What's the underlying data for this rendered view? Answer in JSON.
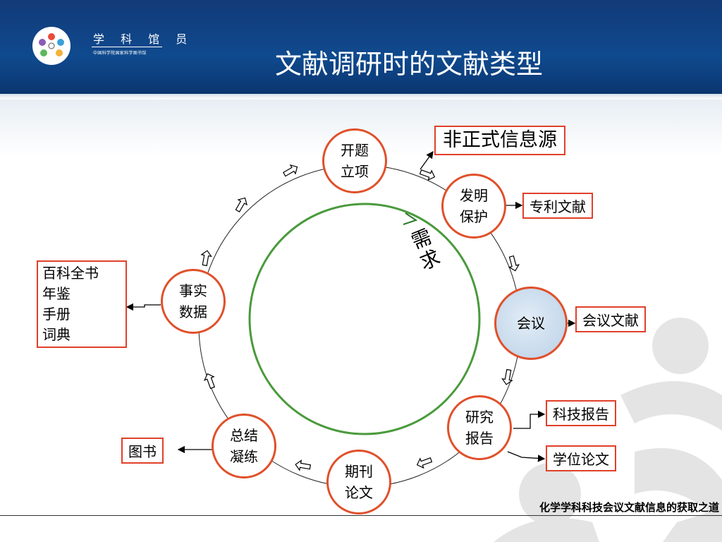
{
  "header": {
    "logo_name": "学 科 馆 员",
    "logo_subtitle": "中国科学院国家科学图书馆",
    "title": "文献调研时的文献类型"
  },
  "nodes": {
    "proposal": [
      "开题",
      "立项"
    ],
    "invention": [
      "发明",
      "保护"
    ],
    "meeting": "会议",
    "research": [
      "研究",
      "报告"
    ],
    "journal": [
      "期刊",
      "论文"
    ],
    "summary": [
      "总结",
      "凝练"
    ],
    "facts": [
      "事实",
      "数据"
    ]
  },
  "center_label": "需求",
  "boxes": {
    "informal": "非正式信息源",
    "patent": "专利文献",
    "conference": "会议文献",
    "tech_report": "科技报告",
    "thesis": "学位论文",
    "book": "图书",
    "reference": [
      "百科全书",
      "年鉴",
      "手册",
      "词典"
    ]
  },
  "footer": "化学学科科技会议文献信息的获取之道",
  "colors": {
    "header": "#0f4a8e",
    "node_border": "#e0502a",
    "box_border": "#e0402a",
    "inner_ring": "#4a9a3c"
  }
}
